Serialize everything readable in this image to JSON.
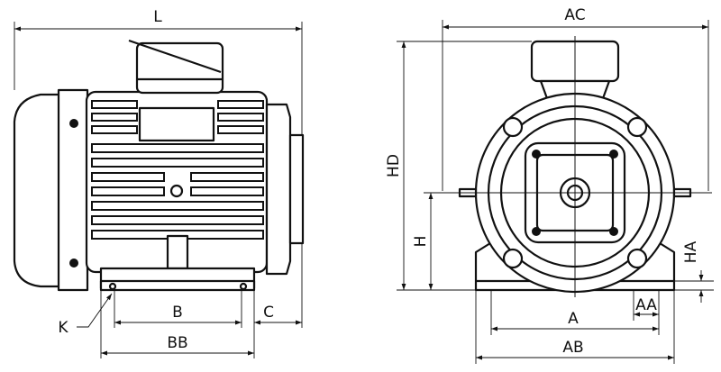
{
  "title": "",
  "colors": {
    "line": "#111111",
    "background": "#ffffff"
  },
  "dimensions": {
    "L": "L",
    "K": "K",
    "B": "B",
    "C": "C",
    "BB": "BB",
    "AC": "AC",
    "HD": "HD",
    "H": "H",
    "HA": "HA",
    "A": "A",
    "AA": "AA",
    "AB": "AB"
  }
}
